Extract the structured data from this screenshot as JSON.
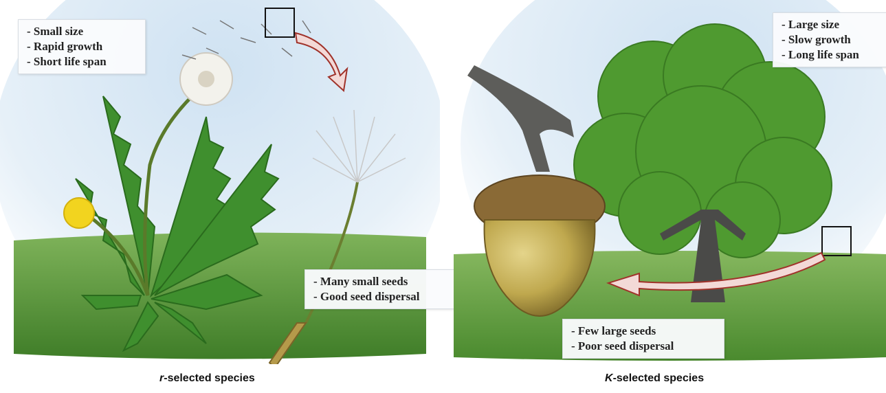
{
  "r_selected": {
    "traits": [
      "- Small size",
      "- Rapid growth",
      "- Short life span"
    ],
    "seeds": [
      "- Many small seeds",
      "- Good seed dispersal"
    ],
    "caption_letter": "r",
    "caption_rest": "-selected species"
  },
  "k_selected": {
    "traits": [
      "- Large size",
      "- Slow growth",
      "- Long life span"
    ],
    "seeds": [
      "- Few large seeds",
      "- Poor seed dispersal"
    ],
    "caption_letter": "K",
    "caption_rest": "-selected species"
  },
  "colors": {
    "sky": "#dceaf6",
    "grass": "#5f9a3a",
    "leaf": "#3f8f2e",
    "dandelion_flower": "#f2d41f",
    "acorn_nut": "#bfa84e",
    "acorn_cap": "#8a6a36",
    "arrow": "#f3d9d7",
    "arrow_outline": "#a0322a"
  }
}
